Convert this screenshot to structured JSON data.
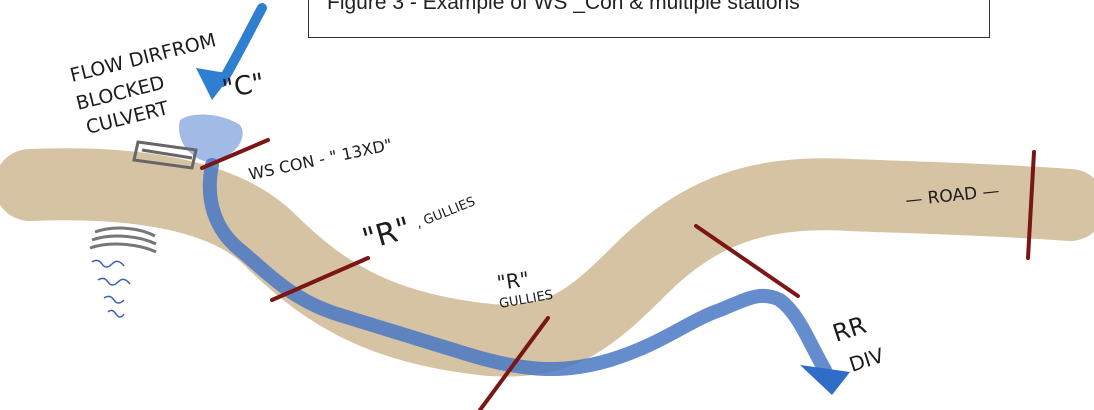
{
  "caption": "Figure  3 -  Example of WS _Con & multiple stations",
  "labels": {
    "flow_dir": "FLOW DIRFROM",
    "blocked": "BLOCKED",
    "culvert": "CULVERT",
    "c_mark": "\"C\"",
    "ws_con": "WS CON - \" 13XD\"",
    "r1": "\"R\"",
    "gullies1": ", GULLIES",
    "r2": "\"R\"",
    "gullies2": "GULLIES",
    "road": "— ROAD —",
    "rr": "RR",
    "div": "DIV"
  },
  "colors": {
    "road": "#d6c3a3",
    "stream": "#4a78c4",
    "station_line": "#7a1616",
    "arrow": "#2f7fd0"
  }
}
